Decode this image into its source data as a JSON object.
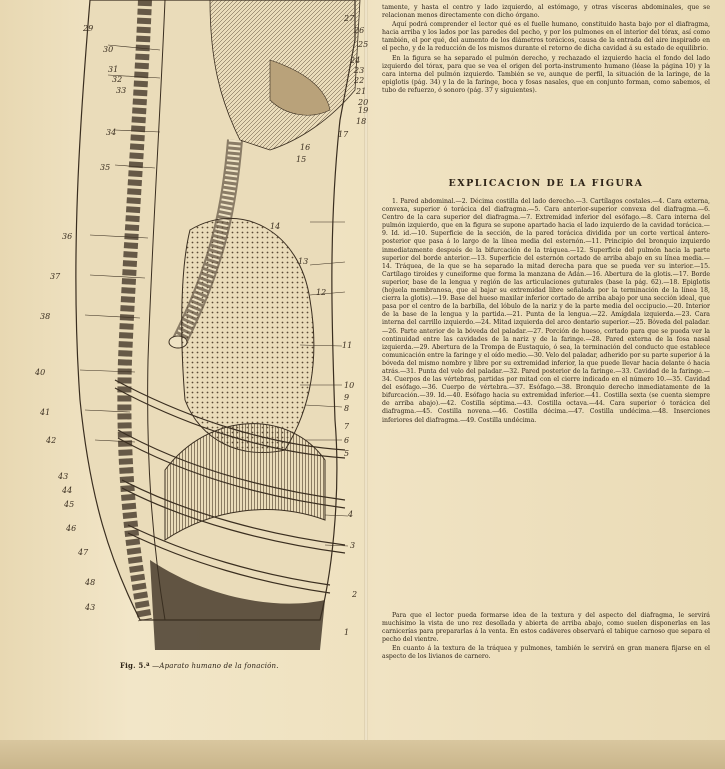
{
  "figure": {
    "caption_prefix": "Fig. 5.ª",
    "caption_title": "—Aparato humano de la fonación.",
    "left_numbers": [
      "29",
      "30",
      "31",
      "32",
      "33",
      "34",
      "35",
      "36",
      "37",
      "38",
      "40",
      "41",
      "42",
      "43",
      "44",
      "45",
      "46",
      "47",
      "48",
      "43"
    ],
    "right_numbers": [
      "27",
      "26",
      "25",
      "24",
      "23",
      "22",
      "21",
      "20",
      "19",
      "18",
      "17",
      "16",
      "15",
      "14",
      "13",
      "12",
      "11",
      "10",
      "9",
      "8",
      "7",
      "6",
      "5",
      "4",
      "3",
      "2",
      "1"
    ]
  },
  "text": {
    "intro_top": "tamente, y hasta el centro y lado izquierdo, al estómago, y otras vísceras abdominales, que se relacionan menos directamente con dicho órgano.",
    "intro_p1": "Aquí podrá comprender el lector qué es el fuelle humano, constituido hasta bajo por el diafragma, hacia arriba y los lados por las paredes del pecho, y por los pulmones en el interior del tórax, así como también, el por qué, del aumento de los diámetros torácicos, causa de la entrada del aire inspirado en el pecho, y de la reducción de los mismos durante el retorno de dicha cavidad á su estado de equilibrio.",
    "intro_p2": "En la figura se ha separado el pulmón derecho, y rechazado el izquierdo hacia el fondo del lado izquierdo del tórax, para que se vea el origen del porta-instrumento humano (léase la página 10) y la cara interna del pulmón izquierdo. También se ve, aunque de perfil, la situación de la laringe, de la epiglotis (pág. 34) y la de la faringe, boca y fosas nasales, que en conjunto forman, como sabemos, el tubo de refuerzo, ó sonoro (pág. 37 y siguientes).",
    "heading": "EXPLICACION DE LA FIGURA",
    "explanation": "1. Pared abdominal.—2. Décima costilla del lado derecho.—3. Cartílagos costales.—4. Cara externa, convexa, superior ó torácica del diafragma.—5. Cara anterior-superior convexa del diafragma.—6. Centro de la cara superior del diafragma.—7. Extremidad inferior del esófago.—8. Cara interna del pulmón izquierdo, que en la figura se supone apartado hacia el lado izquierdo de la cavidad torácica.—9. Id. id.—10. Superficie de la sección, de la pared torácica dividida por un corte vertical ántero-posterior que pasa á lo largo de la línea media del esternón.—11. Principio del bronquio izquierdo inmediatamente después de la bifurcación de la tráquea.—12. Superficie del pulmón hacia la parte superior del borde anterior.—13. Superficie del esternón cortado de arriba abajo en su línea media.—14. Tráquea, de la que se ha separado la mitad derecha para que se pueda ver su interior.—15. Cartílago tiroides y cuneiforme que forma la manzana de Adán.—16. Abertura de la glotis.—17. Borde superior, base de la lengua y región de las articulaciones guturales (base la pág. 62).—18. Epiglotis (hojuela membranosa, que al bajar su extremidad libre señalada por la terminación de la línea 18, cierra la glotis).—19. Base del hueso maxilar inferior cortado de arriba abajo por una sección ideal, que pasa por el centro de la barbilla, del lóbulo de la nariz y de la parte media del occipucio.—20. Interior de la base de la lengua y la partida.—21. Punta de la lengua.—22. Amígdala izquierda.—23. Cara interna del carrillo izquierdo.—24. Mitad izquierda del arco dentario superior.—25. Bóveda del paladar.—26. Parte anterior de la bóveda del paladar.—27. Porción de hueso, cortado para que se pueda ver la continuidad entre las cavidades de la nariz y de la faringe.—28. Pared externa de la fosa nasal izquierda.—29. Abertura de la Trompa de Eustaquio, ó sea, la terminación del conducto que establece comunicación entre la faringe y el oído medio.—30. Velo del paladar, adherido por su parte superior á la bóveda del mismo nombre y libre por su extremidad inferior, la que puede llevar hacia delante ó hacia atrás.—31. Punta del velo del paladar.—32. Pared posterior de la faringe.—33. Cavidad de la faringe.—34. Cuerpos de las vértebras, partidas por mitad con el cierre indicado en el número 10.—35. Cavidad del esófago.—36. Cuerpo de vértebra.—37. Esófago.—38. Bronquio derecho inmediatamente de la bifurcación.—39. Id.—40. Esófago hacia su extremidad inferior.—41. Costilla sexta (se cuenta siempre de arriba abajo).—42. Costilla séptima.—43. Costilla octava.—44. Cara superior ó torácica del diafragma.—45. Costilla novena.—46. Costilla décima.—47. Costilla undécima.—48. Inserciones inferiores del diafragma.—49. Costilla undécima.",
    "closing_p1": "Para que el lector pueda formarse idea de la textura y del aspecto del diafragma, le servirá muchísimo la vista de uno rez desollada y abierta de arriba abajo, como suelen disponerlas en las carnicerías para prepararlas á la venta. En estos cadáveres observará el tabique carnoso que separa el pecho del vientre.",
    "closing_p2": "En cuanto á la textura de la tráquea y pulmones, también le servirá en gran manera fijarse en el aspecto de los livianos de carnero."
  }
}
